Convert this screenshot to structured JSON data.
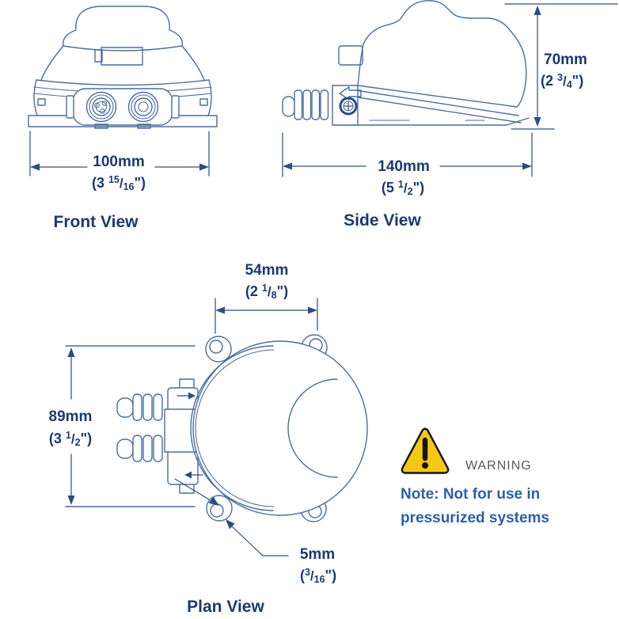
{
  "views": {
    "front": {
      "label": "Front View"
    },
    "side": {
      "label": "Side View"
    },
    "plan": {
      "label": "Plan View"
    }
  },
  "fraction_slash": "/",
  "dimensions": {
    "front_width": {
      "mm": "100mm",
      "inch_open": "(3 ",
      "inch_num": "15",
      "inch_den": "16",
      "inch_close": "\")"
    },
    "side_height": {
      "mm": "70mm",
      "inch_open": "(2 ",
      "inch_num": "3",
      "inch_den": "4",
      "inch_close": "\")"
    },
    "side_length": {
      "mm": "140mm",
      "inch_open": "(5 ",
      "inch_num": "1",
      "inch_den": "2",
      "inch_close": "\")"
    },
    "plan_width": {
      "mm": "54mm",
      "inch_open": "(2 ",
      "inch_num": "1",
      "inch_den": "8",
      "inch_close": "\")"
    },
    "plan_height": {
      "mm": "89mm",
      "inch_open": "(3 ",
      "inch_num": "1",
      "inch_den": "2",
      "inch_close": "\")"
    },
    "mount_hole": {
      "mm": "5mm",
      "inch_open": "(",
      "inch_num": "3",
      "inch_den": "16",
      "inch_close": "\")"
    }
  },
  "warning": {
    "label": "WARNING",
    "note_line1": "Note: Not for use in",
    "note_line2": "pressurized systems"
  },
  "colors": {
    "line_blue": "#4a6e9e",
    "dimension_blue": "#2b4d83",
    "text_navy": "#1a3a6e",
    "note_blue": "#2e5fa6",
    "warning_gray": "#57585a",
    "warning_yellow": "#f5c816"
  }
}
